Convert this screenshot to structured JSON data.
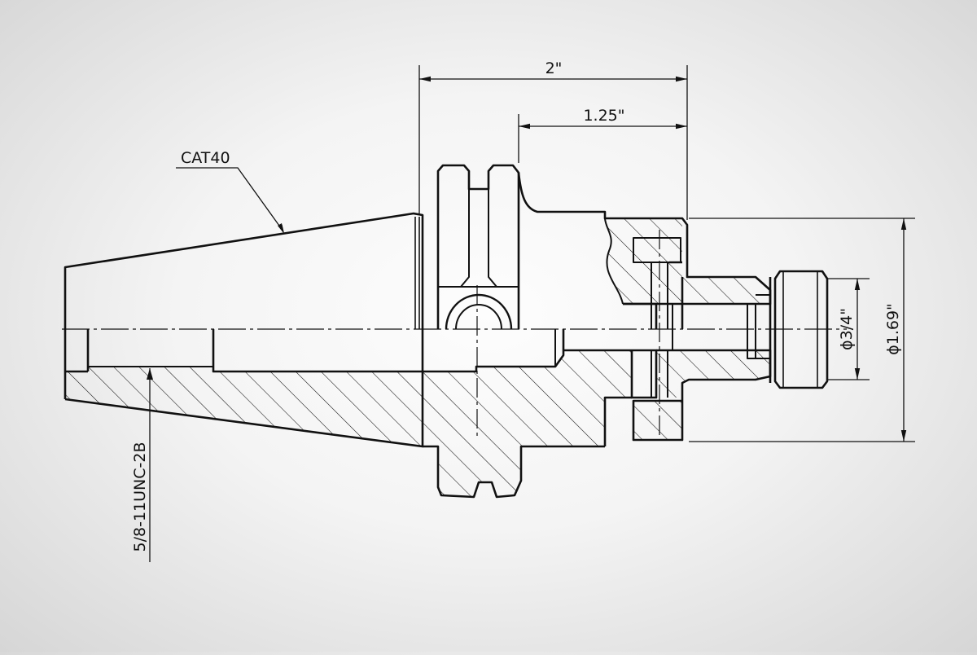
{
  "drawing": {
    "background": "#f4f4f4",
    "line_color": "#111111",
    "labels": {
      "taper": "CAT40",
      "thread": "5/8-11UNC-2B",
      "dim_overall_length": "2\"",
      "dim_gauge_length": "1.25\"",
      "dim_pilot_diameter": "ϕ3/4\"",
      "dim_body_diameter": "ϕ1.69\""
    }
  }
}
